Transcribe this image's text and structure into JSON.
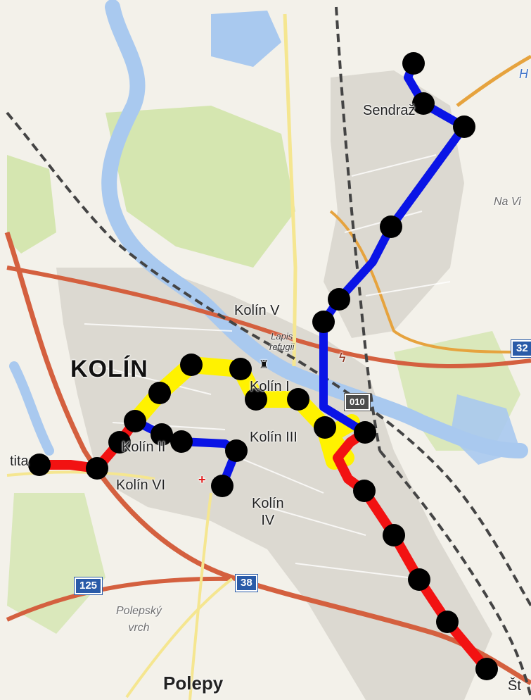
{
  "labels": {
    "city": "KOLÍN",
    "sendrazice": "Sendraž",
    "kolin_v": "Kolín V",
    "lapis_line1": "Lapis",
    "lapis_line2": "refugii",
    "kolin_i": "Kolín I",
    "kolin_iii": "Kolín III",
    "kolin_ii": "Kolín II",
    "kolin_vi": "Kolín VI",
    "kolin_iv_line1": "Kolín",
    "kolin_iv_line2": "IV",
    "polepsky_vrch_line1": "Polepský",
    "polepsky_vrch_line2": "vrch",
    "polepy": "Polepy",
    "na_vi": "Na Vi",
    "west_edge": "tita",
    "south_edge": "Št",
    "water_edge": "H"
  },
  "road_shields": {
    "r125": "125",
    "r38": "38",
    "r32": "32",
    "r010": "010"
  },
  "routes": [
    {
      "name": "blue",
      "color": "#0a14e6"
    },
    {
      "name": "yellow",
      "color": "#fff200"
    },
    {
      "name": "red",
      "color": "#f21212"
    }
  ],
  "colors": {
    "water": "#a9c9ef",
    "forest": "#cfe4a6",
    "urban": "#d8d5ce",
    "major_road": "#d4603f",
    "secondary_road": "#e6a33e",
    "minor_road": "#f5e690",
    "railway": "#444444",
    "stop_marker": "#000000"
  }
}
